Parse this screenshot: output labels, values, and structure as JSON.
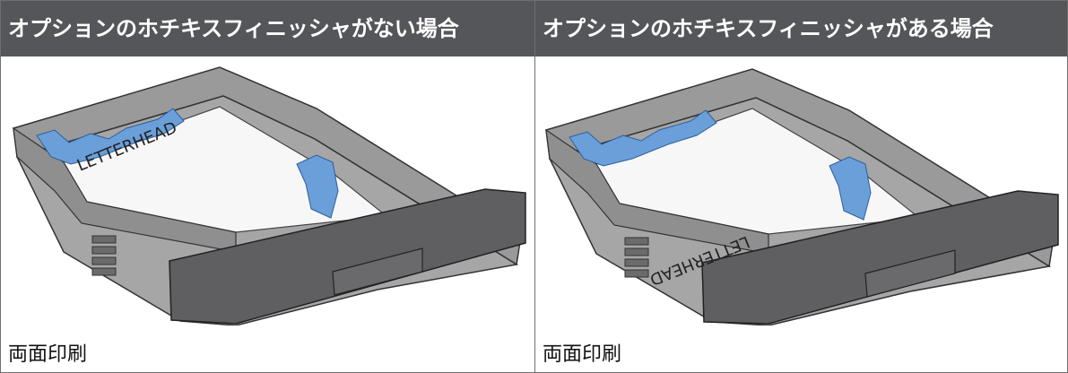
{
  "columns": [
    {
      "header": "オプションのホチキスフィニッシャがない場合",
      "paper_label": "LETTERHEAD",
      "caption": "両面印刷"
    },
    {
      "header": "オプションのホチキスフィニッシャがある場合",
      "paper_label": "LETTERHEAD",
      "caption": "両面印刷"
    }
  ],
  "colors": {
    "header_bg": "#555659",
    "tray_body": "#8c8c8c",
    "tray_front": "#5f5f62",
    "guide_blue": "#6a9fd9"
  }
}
